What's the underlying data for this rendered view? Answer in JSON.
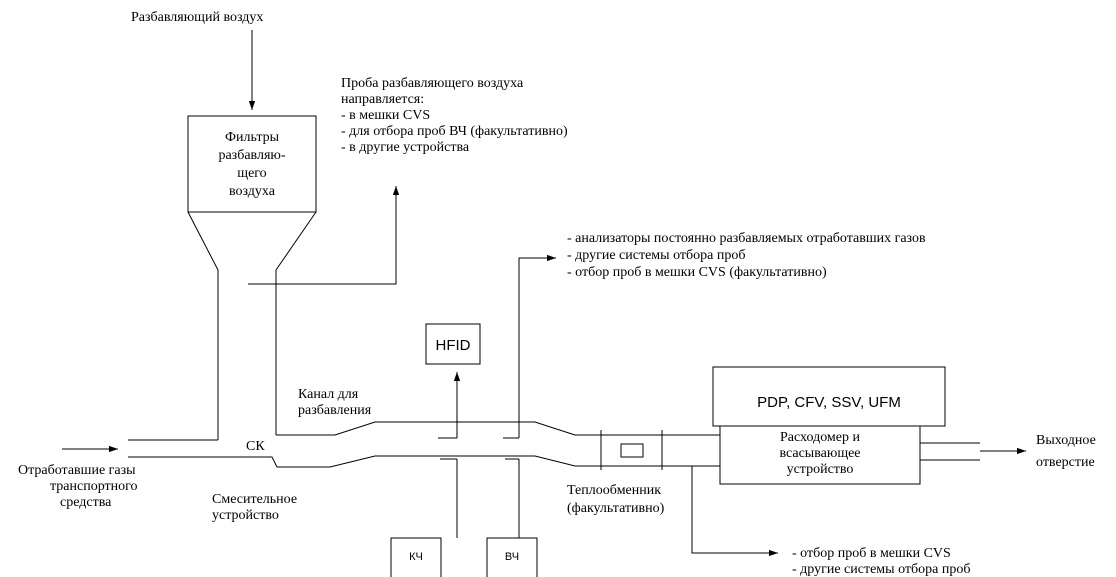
{
  "labels": {
    "dilution_air": "Разбавляющий воздух",
    "filter_1": "Фильтры",
    "filter_2": "разбавляю-",
    "filter_3": "щего",
    "filter_4": "воздуха",
    "air_sample_1": "Проба разбавляющего воздуха",
    "air_sample_2": "направляется:",
    "air_sample_3": "- в мешки CVS",
    "air_sample_4": "- для отбора проб ВЧ (факультативно)",
    "air_sample_5": "- в другие устройства",
    "analyzers_1": "- анализаторы постоянно разбавляемых отработавших газов",
    "analyzers_2": "- другие системы отбора проб",
    "analyzers_3": "- отбор проб в мешки CVS (факультативно)",
    "hfid": "HFID",
    "dilution_tunnel_1": "Канал для",
    "dilution_tunnel_2": "разбавления",
    "flow_devices": "PDP, CFV, SSV, UFM",
    "flowmeter_1": "Расходомер и",
    "flowmeter_2": "всасывающее",
    "flowmeter_3": "устройство",
    "outlet_1": "Выходное",
    "outlet_2": "отверстие",
    "ck": "СК",
    "exhaust_1": "Отработавшие газы",
    "exhaust_2": "транспортного",
    "exhaust_3": "средства",
    "mixer_1": "Смесительное",
    "mixer_2": "устройство",
    "heat_exchanger_1": "Теплообменник",
    "heat_exchanger_2": "(факультативно)",
    "kch": "КЧ",
    "vch": "ВЧ",
    "bottom_1": "- отбор проб в мешки CVS",
    "bottom_2": "- другие системы отбора проб"
  }
}
